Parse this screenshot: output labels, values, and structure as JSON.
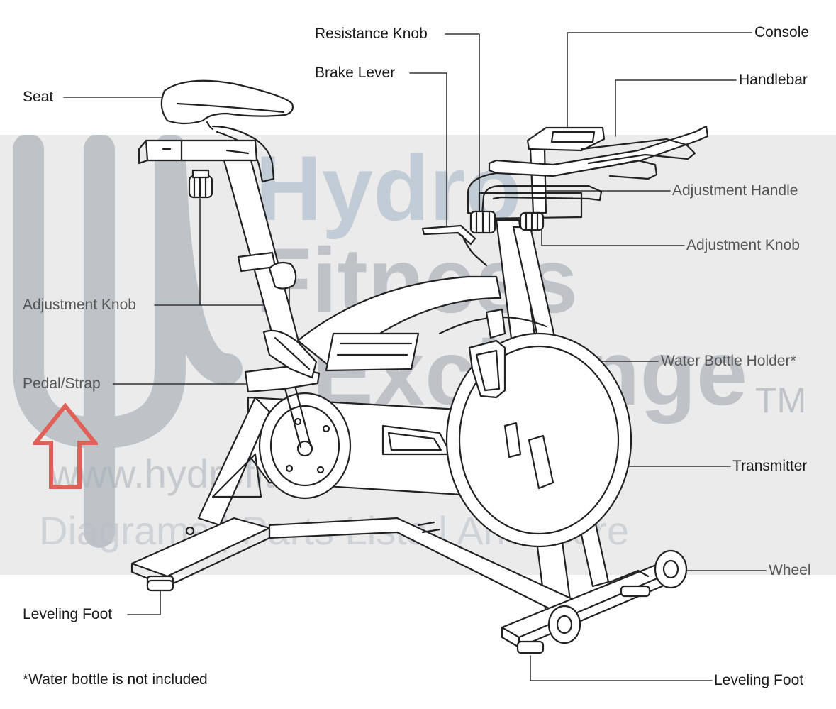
{
  "labels": {
    "resistance_knob": "Resistance Knob",
    "brake_lever": "Brake Lever",
    "console": "Console",
    "handlebar": "Handlebar",
    "seat": "Seat",
    "adjustment_handle": "Adjustment Handle",
    "adjustment_knob_right": "Adjustment Knob",
    "adjustment_knob_left": "Adjustment Knob",
    "water_bottle_holder": "Water Bottle Holder*",
    "pedal_strap": "Pedal/Strap",
    "transmitter": "Transmitter",
    "wheel": "Wheel",
    "leveling_foot_left": "Leveling Foot",
    "leveling_foot_right": "Leveling Foot"
  },
  "footnote": "*Water bottle is not included",
  "watermark": {
    "brand_line1": "Hydro",
    "brand_line2": "Fitness",
    "brand_line3": "Exchange",
    "trademark": "TM",
    "url": "www.hydrofitnessexchange.com",
    "tagline": "Diagrams | Parts Lists | And More"
  },
  "colors": {
    "line": "#222222",
    "watermark_band": "#e6e6e6",
    "arrow": "#e0615a"
  }
}
